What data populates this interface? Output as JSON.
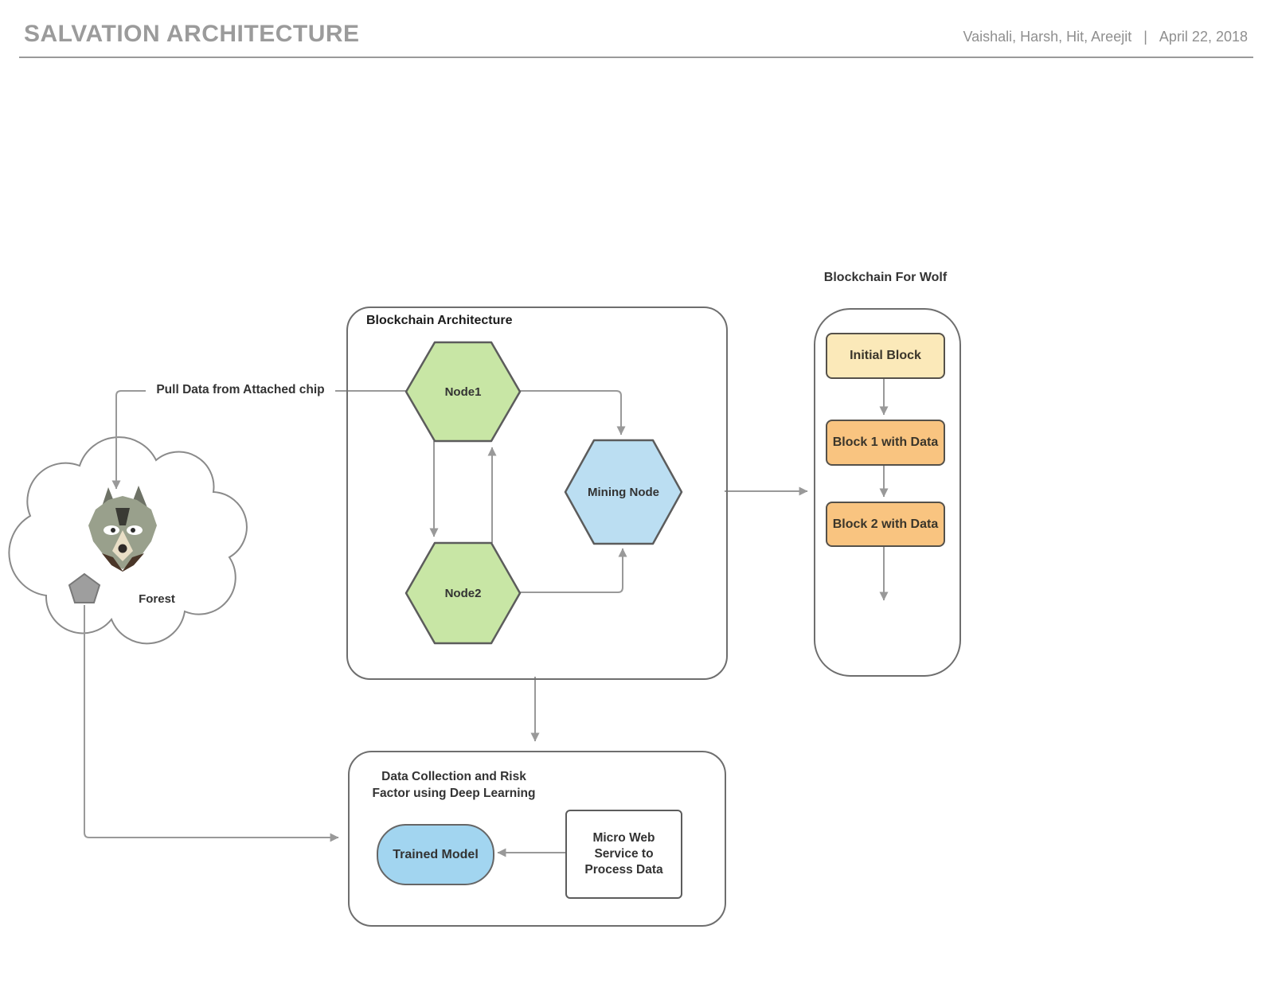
{
  "header": {
    "title": "SALVATION ARCHITECTURE",
    "authors": "Vaishali, Harsh, Hit, Areejit",
    "divider": "|",
    "date": "April 22, 2018"
  },
  "colors": {
    "line": "#999999",
    "node_green": "#C8E6A5",
    "node_blue": "#BBDEF2",
    "pill_blue": "#A2D5F0",
    "block_yellow": "#FBE9B9",
    "block_orange": "#F9C480",
    "pentagon_gray": "#9e9e9e",
    "cloud_white": "#ffffff"
  },
  "forest_cloud": {
    "label": "Forest"
  },
  "pull_data_label": "Pull Data from Attached chip",
  "blockchain_architecture": {
    "title": "Blockchain Architecture",
    "node1": "Node1",
    "node2": "Node2",
    "mining_node": "Mining Node"
  },
  "blockchain_for_wolf": {
    "title": "Blockchain For Wolf",
    "blocks": [
      "Initial Block",
      "Block 1 with Data",
      "Block 2 with Data"
    ]
  },
  "data_collection": {
    "title": "Data Collection and Risk\nFactor using Deep Learning",
    "trained_model": "Trained Model",
    "micro_web_service": "Micro Web\nService to\nProcess Data"
  }
}
